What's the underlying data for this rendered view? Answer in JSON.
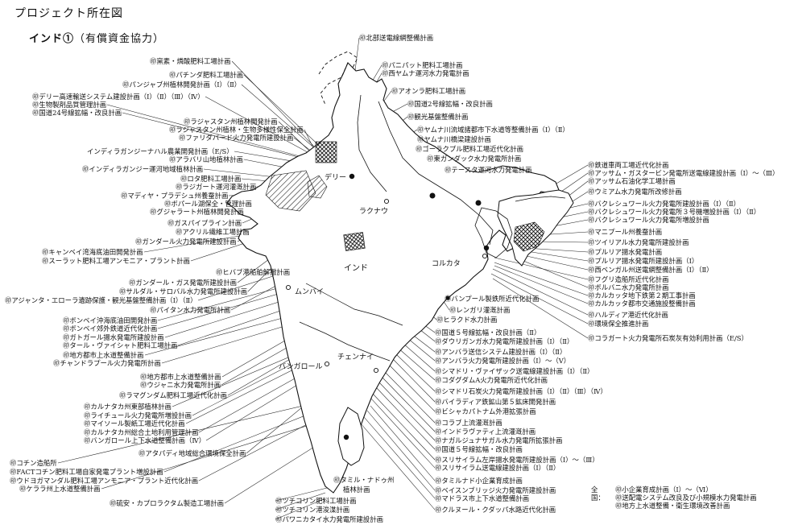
{
  "title": "プロジェクト所在図",
  "subtitle": "インド①",
  "subtitle_paren": "（有償資金協力）",
  "country_label": "インド",
  "cities": [
    {
      "id": "delhi",
      "name": "デリー"
    },
    {
      "id": "lucknow",
      "name": "ラクナウ"
    },
    {
      "id": "kolkata",
      "name": "コルカタ"
    },
    {
      "id": "mumbai",
      "name": "ムンバイ"
    },
    {
      "id": "chennai",
      "name": "チェンナイ"
    },
    {
      "id": "bangalore",
      "name": "バンガロール"
    }
  ],
  "left_labels": [
    "㊞窯素・燐酸肥料工場計画",
    "㊞パチンダ肥料工場計画",
    "㊞パンジャブ州植林開発計画（Ⅰ）（Ⅱ）",
    "㊞デリー高速輸送システム建設計画（Ⅰ）（Ⅱ）（Ⅲ）（Ⅳ）",
    "㊞生物製剤品質管理計画",
    "㊞国道24号線拡幅・改良計画",
    "㊞ラジャスタン州植林開発計画",
    "㊞ラジャスタン州植林・生物多様性保全計画",
    "㊞ファリダバード火力発電所建設計画",
    "インディラガンジーナハル農業開発計画（E/S）",
    "㊞アラバリ山地植林計画",
    "㊞インディラガンジー運河地域植林計画",
    "㊞ロタ肥料工場計画",
    "㊞ラジガート運河灌漑計画",
    "㊞マディヤ・プラデシュ州養蚕計画",
    "㊞ボパール湖保全・管理計画",
    "㊞グジャラート州植林開発計画",
    "㊞ガスパイプライン計画",
    "㊞アクリル繊維工場計画",
    "㊞ガンダール火力発電所建設計画",
    "㊞キャンベイ湾海底油田開発計画",
    "㊞スーラット肥料工場アンモニア・プラント計画",
    "㊞ヒバブ港船舶解撤計画",
    "㊞ガンダール・ガス発電所建設計画",
    "㊞サルダル・サロバル水力発電所建設計画",
    "㊞アジャンタ・エローラ遺跡保護・観光基盤整備計画（Ⅰ）（Ⅱ）",
    "㊞パイタン水力発電所計画",
    "㊞ボンベイ沖海底油田開発計画",
    "㊞ボンベイ郊外鉄道近代化計画",
    "㊞ガトガール揚水発電所建設計画",
    "㊞タール・ヴァイシャト肥料工場計画",
    "㊞地方都市上水道整備計画",
    "㊞チャンドラプール火力発電所計画",
    "㊞地方都市上水道整備計画",
    "㊞ウジャニ水力発電所計画",
    "㊞ラマグンダム肥料工場近代化計画",
    "㊞カルナタカ州東部植林計画",
    "㊞ライチュール火力発電所増設計画",
    "㊞マイソール製紙工場近代化計画",
    "㊞カルナタカ州総合土地利用管理計画",
    "㊞バンガロール上下水道整備計画（Ⅳ）",
    "㊞アタパディ地域総合環境保全計画",
    "㊞コチン造船所",
    "㊞FACTコチン肥料工場自家発電プラント増設計画",
    "㊞ウドヨガマンダル肥料工場アンモニア・プラント近代化計画",
    "㊞ケララ州上水道整備計画",
    "㊞硫安・カプロラクタム製造工場計画"
  ],
  "center_labels": [
    "㊞北部送電線網整備計画",
    "㊞パニパット肥料工場計画",
    "㊞西ヤムナ運河水力発電計画",
    "㊞アオンラ肥料工場計画",
    "㊞国道2号線拡幅・改良計画",
    "㊞観光基盤整備計画",
    "㊞ヤムナ川流域諸都市下水道等整備計画（Ⅰ）（Ⅱ）",
    "㊞ヤムナ川橋梁建設計画",
    "㊞ゴーラクプル肥料工場近代化計画",
    "㊞東ガンダック水力発電所計画",
    "㊞テースタ運河水力発電計画"
  ],
  "right_labels": [
    "㊞鉄道車両工場近代化計画",
    "㊞アッサム・ガスタービン発電所送電線建設計画（Ⅰ）～（Ⅲ）",
    "㊞アッサム石油化学工場計画",
    "㊞ウミアム水力発電所改修計画",
    "㊞バクレシュワール火力発電所建設計画（Ⅰ）（Ⅱ）",
    "㊞バクレシュワール火力発電所３号機増設計画（Ⅰ）（Ⅱ）",
    "㊞バクレシュワール火力発電所増設計画",
    "㊞マニプール州養蚕計画",
    "㊞ツイリアル水力発電所建設計画",
    "㊞プルリア揚水発電計画",
    "㊞プルリア揚水発電所建設計画（Ⅰ）",
    "㊞西ベンガル州送電網整備計画（Ⅰ）（Ⅱ）",
    "㊞フグリ造船所近代化計画",
    "㊞ボルバニ水力発電所計画",
    "㊞カルカッタ地下鉄第２期工事計画",
    "㊞カルカッタ都市交通施設整備計画",
    "㊞ハルディア港近代化計画",
    "㊞環境保全推進計画",
    "㊞コラガート火力発電所石炭灰有効利用計画（E/S）"
  ],
  "lower_labels": [
    "㊞バンプール製鉄所近代化計画",
    "㊞レンガリ灌漑計画",
    "㊞ヒラクド水力計画",
    "㊞国道５号線拡幅・改良計画（Ⅱ）",
    "㊞ダウリガンガ水力発電所建設計画（Ⅰ）（Ⅱ）",
    "㊞アンバラ送信システム建設計画（Ⅰ）（Ⅱ）",
    "㊞アンバラ火力発電所建設計画（Ⅰ）～（Ⅴ）",
    "㊞シマドリ・ヴァイザック送電線建設計画（Ⅰ）（Ⅱ）",
    "㊞コダグダムA火力発電所近代化計画",
    "㊞シマドリ石炭火力発電所建設計画（Ⅰ）（Ⅱ）（Ⅲ）（Ⅳ）",
    "㊞バイラディア鉄鉱山第５鉱床開発計画",
    "㊞ビシャカパトナム外港拡張計画",
    "㊞コラブ上流灌漑計画",
    "㊞インドラヴァティ上流灌漑計画",
    "㊞ナガルジュナサガル水力発電所拡張計画",
    "㊞国道５号線拡幅・改良計画",
    "㊞スリサイラム左岸揚水発電所建設計画（Ⅰ）～（Ⅲ）",
    "㊞スリサイラム送電線建設計画（Ⅰ）（Ⅱ）",
    "㊞タミルナド小企業育成計画",
    "㊞ベイスンブリッジ火力発電所建設計画",
    "㊞マドラス市上下水道整備計画",
    "㊞クルヌール・クダッパ水路近代化計画"
  ],
  "bottom_labels": [
    "㊞タミル・ナドゥ州",
    "植林計画",
    "㊞ツチコリン肥料工場計画",
    "㊞ツチコリン港浚渫計画",
    "㊞パワニカタイ水力発電所建設計画"
  ],
  "nationwide": {
    "head": "全国：",
    "items": [
      "㊞小企業育成計画（Ⅰ）～（Ⅵ）",
      "㊞送配電システム改良及び小規模水力発電計画",
      "㊞地方上水道整備・衛生環境改善計画"
    ]
  }
}
